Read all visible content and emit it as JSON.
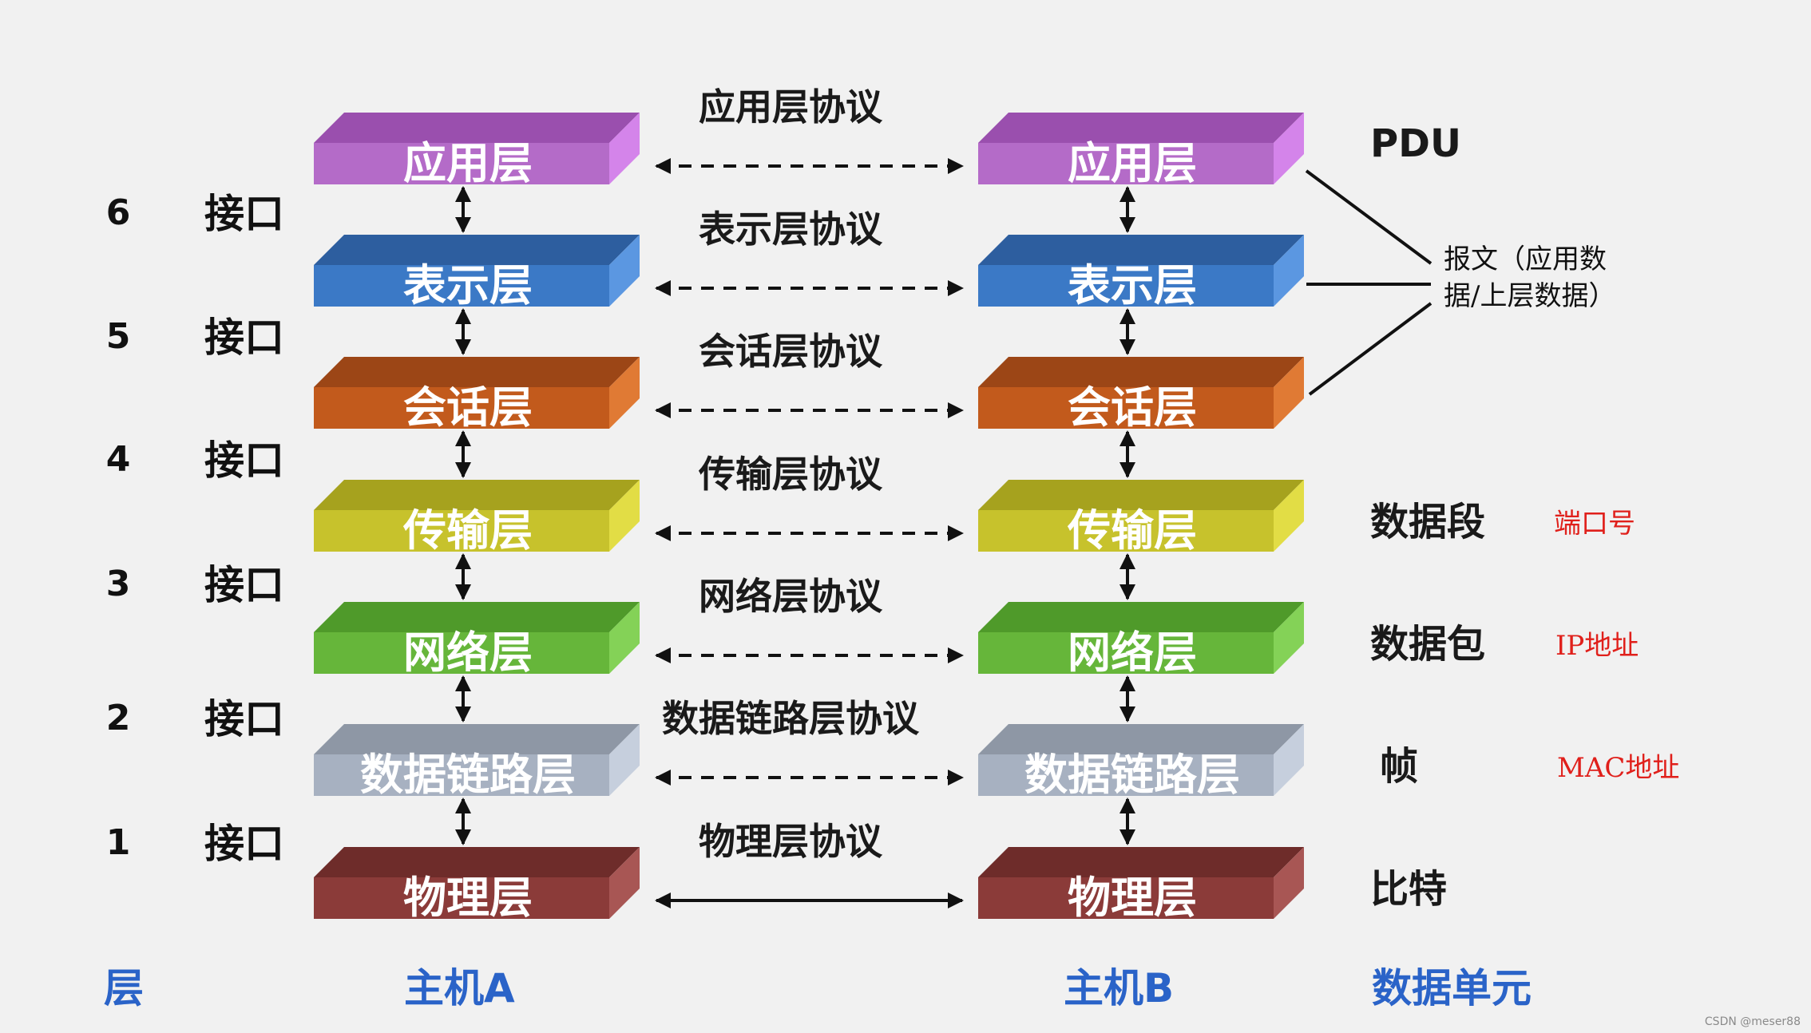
{
  "layers": [
    {
      "name": "应用层",
      "protocol": "应用层协议",
      "pdu": "PDU",
      "addr": "",
      "colors": {
        "front": "#b46bc8",
        "top": "#9a4fae",
        "side": "#d484ea"
      }
    },
    {
      "name": "表示层",
      "protocol": "表示层协议",
      "pdu": "",
      "addr": "",
      "colors": {
        "front": "#3b79c6",
        "top": "#2d5e9f",
        "side": "#5b97e1"
      }
    },
    {
      "name": "会话层",
      "protocol": "会话层协议",
      "pdu": "",
      "addr": "",
      "colors": {
        "front": "#c25a1c",
        "top": "#9c4616",
        "side": "#e07a34"
      }
    },
    {
      "name": "传输层",
      "protocol": "传输层协议",
      "pdu": "数据段",
      "addr": "端口号",
      "colors": {
        "front": "#c7c22c",
        "top": "#a6a21e",
        "side": "#e2dd45"
      }
    },
    {
      "name": "网络层",
      "protocol": "网络层协议",
      "pdu": "数据包",
      "addr": "IP地址",
      "colors": {
        "front": "#66b63a",
        "top": "#4f9a2a",
        "side": "#84d257"
      }
    },
    {
      "name": "数据链路层",
      "protocol": "数据链路层协议",
      "pdu": "帧",
      "addr": "MAC地址",
      "colors": {
        "front": "#a7b1c1",
        "top": "#8e97a5",
        "side": "#c6cfdd"
      }
    },
    {
      "name": "物理层",
      "protocol": "物理层协议",
      "pdu": "比特",
      "addr": "",
      "colors": {
        "front": "#8b3b39",
        "top": "#6e2c2a",
        "side": "#a85654"
      }
    }
  ],
  "interfaces": [
    {
      "number": "6",
      "label": "接口"
    },
    {
      "number": "5",
      "label": "接口"
    },
    {
      "number": "4",
      "label": "接口"
    },
    {
      "number": "3",
      "label": "接口"
    },
    {
      "number": "2",
      "label": "接口"
    },
    {
      "number": "1",
      "label": "接口"
    }
  ],
  "note": {
    "line1": "报文（应用数",
    "line2": "据/上层数据）"
  },
  "footer": {
    "layer": "层",
    "hostA": "主机A",
    "hostB": "主机B",
    "unit": "数据单元"
  },
  "watermark": "CSDN @meser88"
}
